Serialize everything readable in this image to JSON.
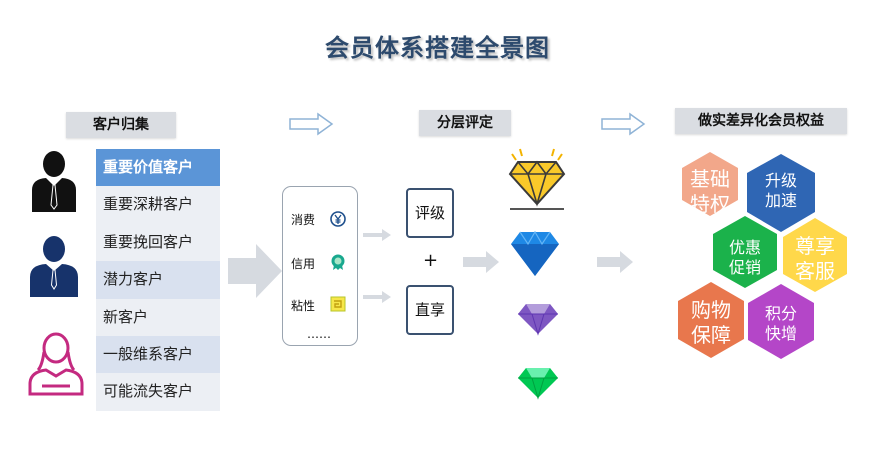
{
  "title": "会员体系搭建全景图",
  "sections": {
    "customer": "客户归集",
    "tiering": "分层评定",
    "rights": "做实差异化会员权益"
  },
  "customer_list": [
    "重要价值客户",
    "重要深耕客户",
    "重要挽回客户",
    "潜力客户",
    "新客户",
    "一般维系客户",
    "可能流失客户"
  ],
  "metrics": [
    "消费",
    "信用",
    "粘性",
    "……"
  ],
  "tier_boxes": {
    "rating": "评级",
    "plus": "+",
    "enjoy": "直享"
  },
  "hexagons": [
    {
      "l1": "基础",
      "l2": "特权",
      "color": "#f2a78a"
    },
    {
      "l1": "升级",
      "l2": "加速",
      "color": "#2f66b4"
    },
    {
      "l1": "优惠",
      "l2": "促销",
      "color": "#1bb24b"
    },
    {
      "l1": "尊享",
      "l2": "客服",
      "color": "#ffd84a"
    },
    {
      "l1": "购物",
      "l2": "保障",
      "color": "#e8774d"
    },
    {
      "l1": "积分",
      "l2": "快增",
      "color": "#b446c8"
    }
  ]
}
